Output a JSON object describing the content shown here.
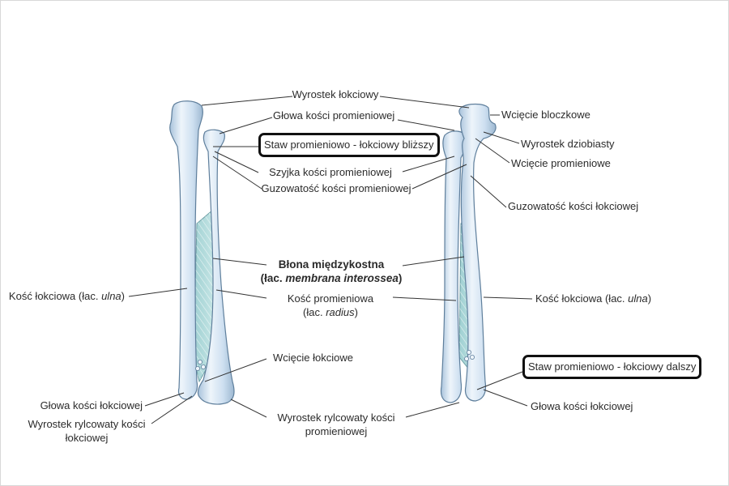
{
  "labels": {
    "olecranon": "Wyrostek łokciowy",
    "radial_head": "Głowa kości promieniowej",
    "proximal_joint": "Staw promieniowo - łokciowy bliższy",
    "radial_neck": "Szyjka kości promieniowej",
    "radial_tuberosity": "Guzowatość kości promieniowej",
    "membrane_title": "Błona międzykostna",
    "membrane_latin_prefix": "(łac. ",
    "membrane_latin": "membrana interossea",
    "membrane_latin_suffix": ")",
    "radius_line1": "Kość promieniowa",
    "radius_line2_prefix": "(łac. ",
    "radius_line2_latin": "radius",
    "radius_line2_suffix": ")",
    "ulna_left_prefix": "Kość łokciowa (łac. ",
    "ulna_left_latin": "ulna",
    "ulna_left_suffix": ")",
    "ulnar_notch": "Wcięcie łokciowe",
    "ulnar_head_left": "Głowa kości łokciowej",
    "ulnar_styloid_line1": "Wyrostek rylcowaty kości",
    "ulnar_styloid_line2": "łokciowej",
    "radial_styloid_line1": "Wyrostek rylcowaty kości",
    "radial_styloid_line2": "promieniowej",
    "trochlear_notch": "Wcięcie bloczkowe",
    "coronoid_process": "Wyrostek dziobiasty",
    "radial_notch": "Wcięcie promieniowe",
    "ulnar_tuberosity": "Guzowatość kości łokciowej",
    "ulna_right_prefix": "Kość łokciowa (łac. ",
    "ulna_right_latin": "ulna",
    "ulna_right_suffix": ")",
    "distal_joint": "Staw promieniowo - łokciowy dalszy",
    "ulnar_head_right": "Głowa kości łokciowej"
  },
  "colors": {
    "bone_fill": "#c9dcee",
    "bone_highlight": "#eef5fb",
    "bone_shadow": "#9db8d1",
    "bone_outline": "#5f7f9c",
    "membrane_fill": "#a9d6d6",
    "leader_line": "#333333",
    "box_border": "#111111"
  }
}
